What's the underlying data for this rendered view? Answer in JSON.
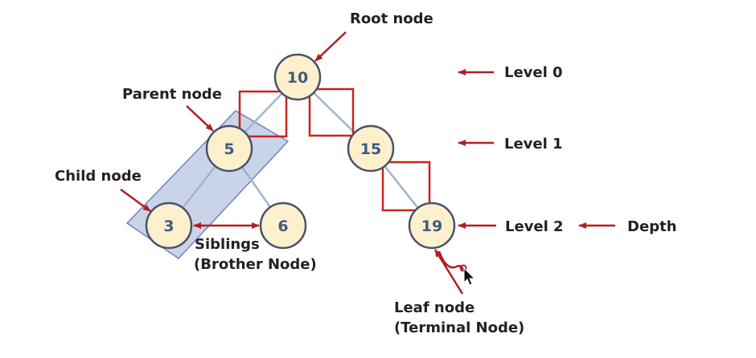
{
  "colors": {
    "node_fill": "#fdf0cc",
    "node_stroke": "#48536a",
    "node_text": "#3f5b80",
    "edge": "#9fb3d1",
    "arrow": "#b01f1f",
    "box": "#c8241e",
    "highlight_fill": "#b8c6e2",
    "highlight_stroke": "#6f86b8",
    "label": "#222222"
  },
  "nodes": [
    {
      "id": "n10",
      "value": "10"
    },
    {
      "id": "n5",
      "value": "5"
    },
    {
      "id": "n15",
      "value": "15"
    },
    {
      "id": "n3",
      "value": "3"
    },
    {
      "id": "n6",
      "value": "6"
    },
    {
      "id": "n19",
      "value": "19"
    }
  ],
  "edges": [
    [
      "n10",
      "n5"
    ],
    [
      "n10",
      "n15"
    ],
    [
      "n5",
      "n3"
    ],
    [
      "n5",
      "n6"
    ],
    [
      "n15",
      "n19"
    ]
  ],
  "labels": {
    "root": "Root node",
    "parent": "Parent node",
    "child": "Child node",
    "siblings_line1": "Siblings",
    "siblings_line2": "(Brother Node)",
    "leaf_line1": "Leaf node",
    "leaf_line2": "(Terminal Node)",
    "level0": "Level 0",
    "level1": "Level 1",
    "level2": "Level 2",
    "depth": "Depth"
  },
  "icons": [
    "arrow-icon",
    "cursor-icon"
  ]
}
